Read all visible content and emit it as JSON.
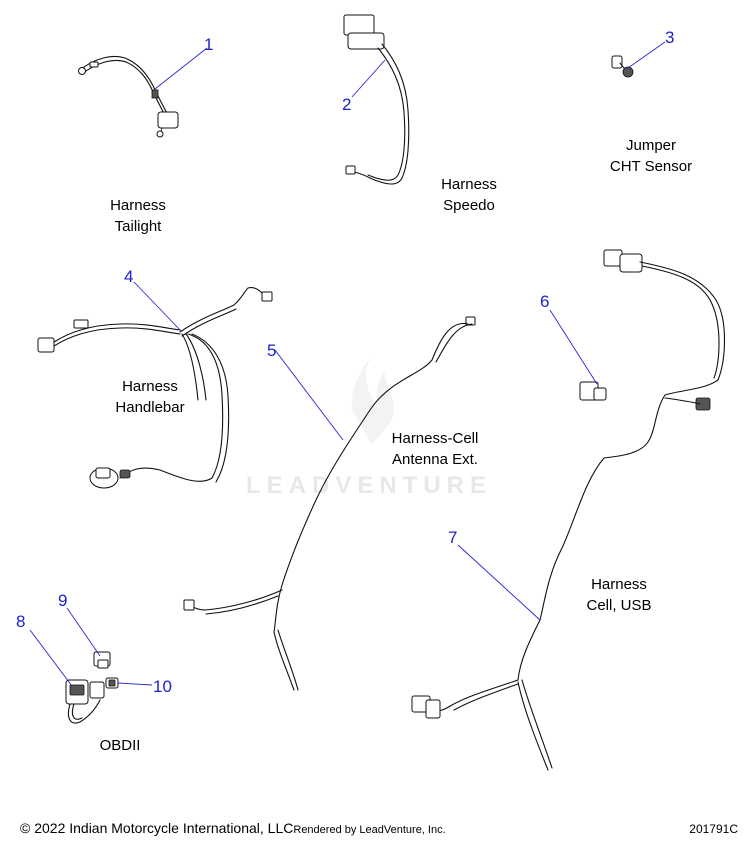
{
  "callouts": [
    "1",
    "2",
    "3",
    "4",
    "5",
    "6",
    "7",
    "8",
    "9",
    "10"
  ],
  "captions": {
    "p1": [
      "Harness",
      "Tailight"
    ],
    "p2": [
      "Harness",
      "Speedo"
    ],
    "p3": [
      "Jumper",
      "CHT Sensor"
    ],
    "p4": [
      "Harness",
      "Handlebar"
    ],
    "p5": [
      "Harness-Cell",
      "Antenna Ext."
    ],
    "p7": [
      "Harness",
      "Cell, USB"
    ],
    "p8": [
      "OBDII"
    ]
  },
  "watermark": "LEADVENTURE",
  "footer": {
    "copyright": "© 2022 Indian Motorcycle International, LLC",
    "rendered": "Rendered by LeadVenture, Inc.",
    "code": "201791C"
  }
}
